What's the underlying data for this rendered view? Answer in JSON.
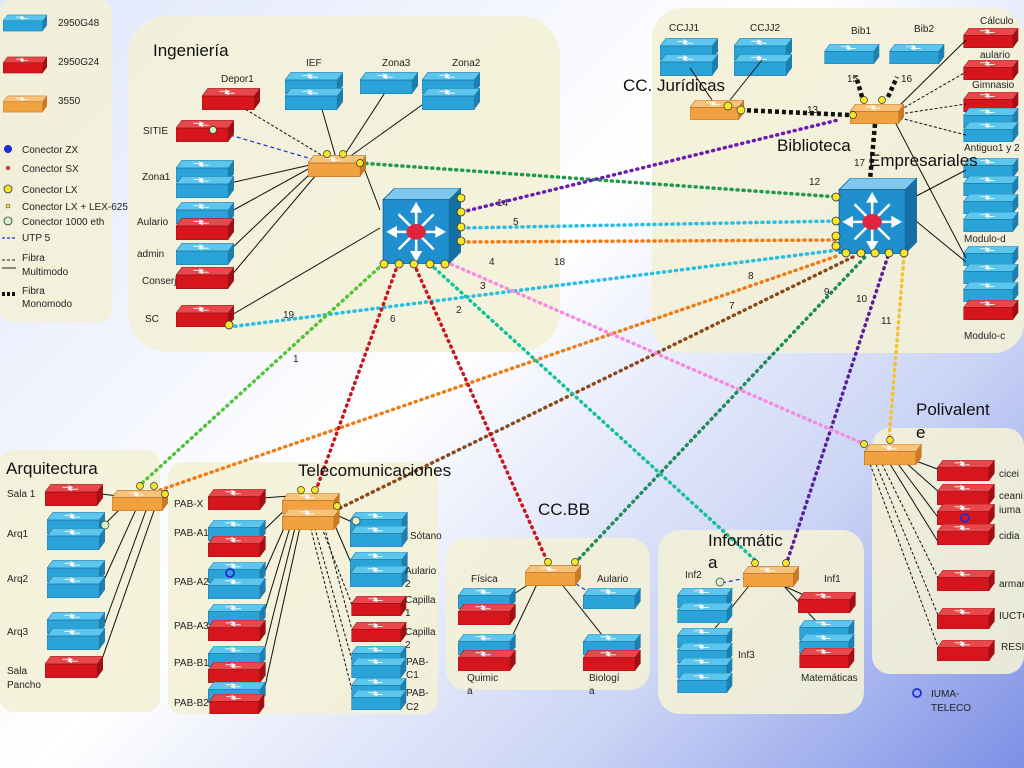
{
  "legend": {
    "device_2950G48": "2950G48",
    "device_2950G24": "2950G24",
    "device_3550": "3550",
    "conector_zx": "Conector ZX",
    "conector_sx": "Conector SX",
    "conector_lx": "Conector LX",
    "conector_lx_lex": "Conector LX + LEX-625",
    "conector_1000": "Conector 1000 eth",
    "utp5": "UTP 5",
    "fibra_multimodo_1": "Fibra",
    "fibra_multimodo_2": "Multimodo",
    "fibra_monomodo_1": "Fibra",
    "fibra_monomodo_2": "Monomodo"
  },
  "colors": {
    "g48": "#2aa3d8",
    "g24": "#d6161c",
    "s3550": "#f2a140",
    "core": "#1f8fd0",
    "panel": "#f3f1d7"
  },
  "groups": {
    "ingenieria": "Ingeniería",
    "juridicas": "CC. Jurídicas",
    "biblioteca": "Biblioteca",
    "empresariales": "Empresariales",
    "polivalente_1": "Polivalent",
    "polivalente_2": "e",
    "arquitectura": "Arquitectura",
    "telecom": "Telecomunicaciones",
    "ccbb": "CC.BB",
    "informatica_1": "Informátic",
    "informatica_2": "a"
  },
  "labels": {
    "depor1": "Depor1",
    "ief": "IEF",
    "zona3": "Zona3",
    "zona2": "Zona2",
    "sitie": "SITIE",
    "zona1": "Zona1",
    "aulario": "Aulario",
    "admin": "admin",
    "conserj": "Conserj",
    "sc": "SC",
    "ccjj1": "CCJJ1",
    "ccjj2": "CCJJ2",
    "bib1": "Bib1",
    "bib2": "Bib2",
    "calculo": "Cálculo",
    "aulario_r": "aulario",
    "gimnasio": "Gimnasio",
    "antiguo": "Antiguo1 y 2",
    "modulo_d": "Modulo-d",
    "modulo_c": "Modulo-c",
    "sala1": "Sala 1",
    "arq1": "Arq1",
    "arq2": "Arq2",
    "arq3": "Arq3",
    "sala_pancho_1": "Sala",
    "sala_pancho_2": "Pancho",
    "pab_x": "PAB-X",
    "pab_a1": "PAB-A1",
    "pab_a2": "PAB-A2",
    "pab_a3": "PAB-A3",
    "pab_b1": "PAB-B1",
    "pab_b2": "PAB-B2",
    "sotano": "Sótano",
    "aulario2_1": "Aulario",
    "aulario2_2": "2",
    "capilla1_1": "Capilla",
    "capilla1_2": "1",
    "capilla2_1": "Capilla",
    "capilla2_2": "2",
    "pabc1_1": "PAB-",
    "pabc1_2": "C1",
    "pabc2_1": "PAB-",
    "pabc2_2": "C2",
    "fisica": "Física",
    "aulario_bb": "Aulario",
    "quimica_1": "Quimic",
    "quimica_2": "a",
    "biologia_1": "Biologí",
    "biologia_2": "a",
    "inf2": "Inf2",
    "inf1": "Inf1",
    "inf3": "Inf3",
    "matematicas": "Matemáticas",
    "cicei": "cicei",
    "ceani": "ceani",
    "iuma": "iuma",
    "cidia": "cidia",
    "arma": "armar",
    "iucto": "IUCTC",
    "resi": "RESI",
    "iuma_teleco_1": "IUMA-",
    "iuma_teleco_2": "TELECO"
  },
  "link_numbers": {
    "n1": "1",
    "n2": "2",
    "n3": "3",
    "n4": "4",
    "n5": "5",
    "n6": "6",
    "n7": "7",
    "n8": "8",
    "n9": "9",
    "n10": "10",
    "n11": "11",
    "n12": "12",
    "n13": "13",
    "n14": "14",
    "n15": "15",
    "n16": "16",
    "n17": "17",
    "n18": "18",
    "n19": "19"
  }
}
